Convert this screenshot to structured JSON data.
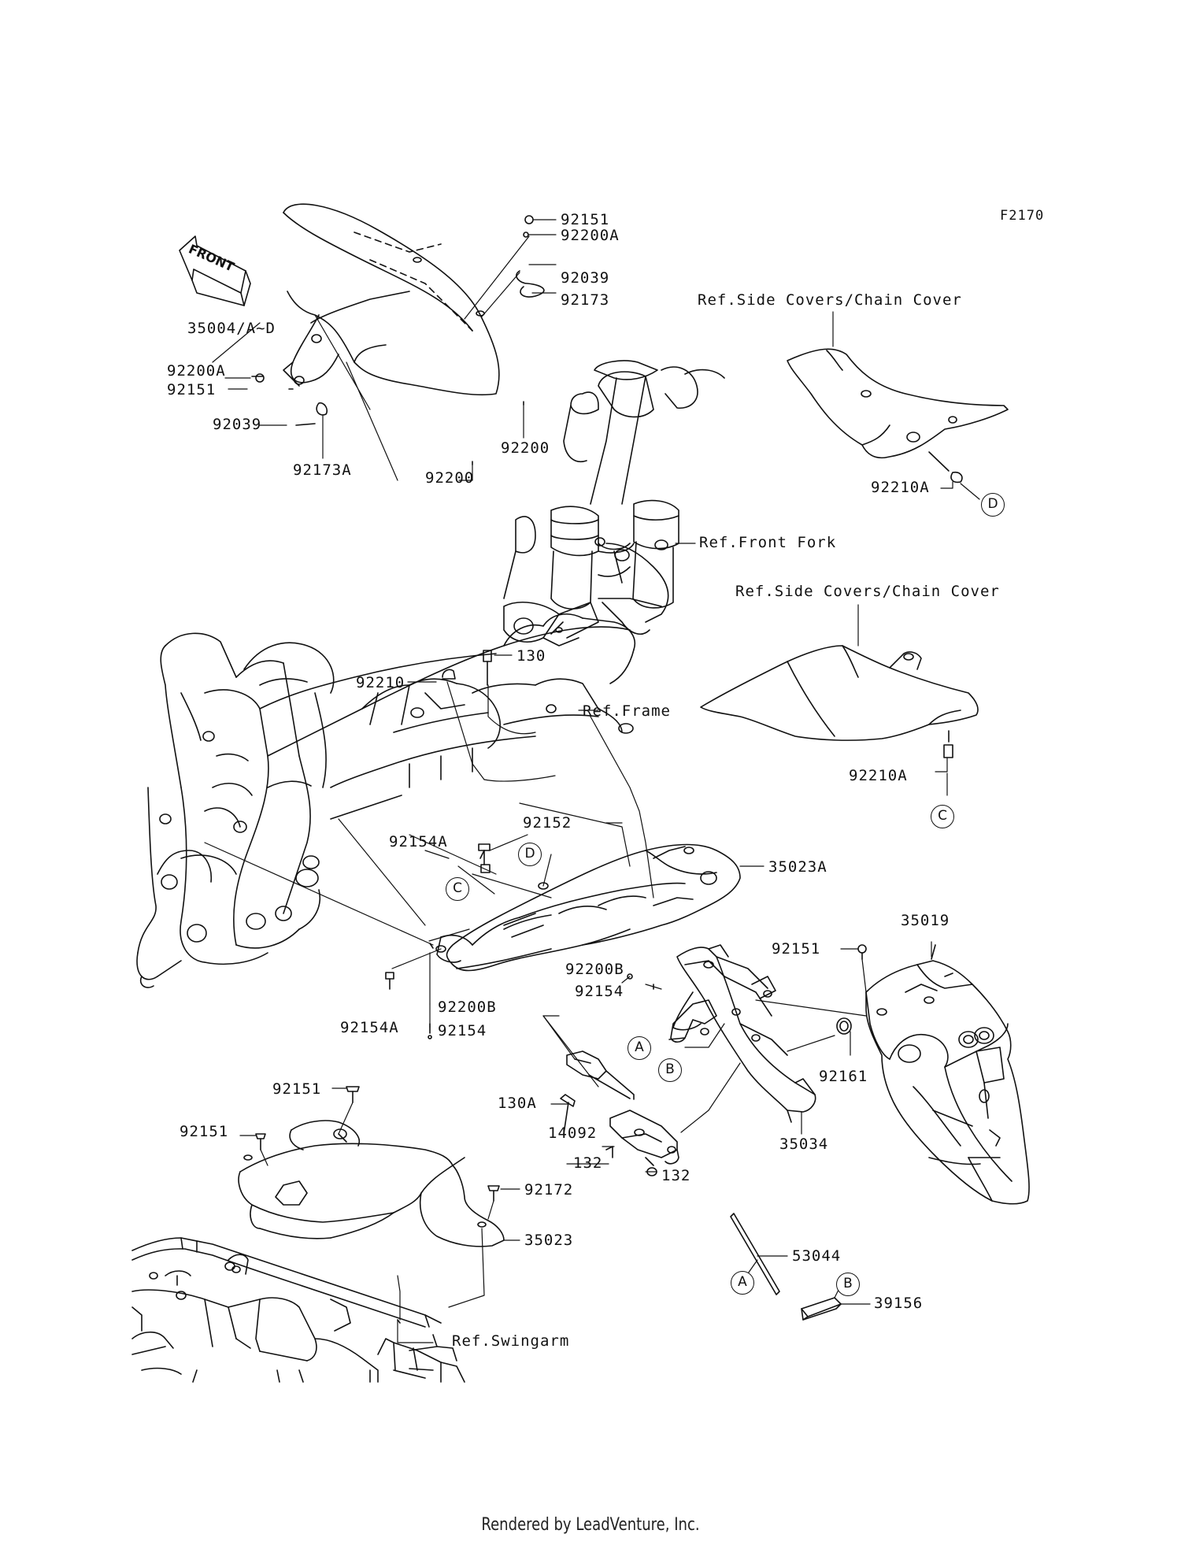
{
  "diagram_code": "F2170",
  "front_arrow": "FRONT",
  "footer": "Rendered by LeadVenture, Inc.",
  "parts": [
    {
      "id": "p-92151-a",
      "text": "92151"
    },
    {
      "id": "p-92200a-a",
      "text": "92200A"
    },
    {
      "id": "p-92039-a",
      "text": "92039"
    },
    {
      "id": "p-92173",
      "text": "92173"
    },
    {
      "id": "p-35004",
      "text": "35004/A~D"
    },
    {
      "id": "p-92200a-b",
      "text": "92200A"
    },
    {
      "id": "p-92151-b",
      "text": "92151"
    },
    {
      "id": "p-92039-b",
      "text": "92039"
    },
    {
      "id": "p-92173a",
      "text": "92173A"
    },
    {
      "id": "p-92200-a",
      "text": "92200"
    },
    {
      "id": "p-92200-b",
      "text": "92200"
    },
    {
      "id": "p-92210a-a",
      "text": "92210A"
    },
    {
      "id": "p-130",
      "text": "130"
    },
    {
      "id": "p-92210",
      "text": "92210"
    },
    {
      "id": "p-92210a-b",
      "text": "92210A"
    },
    {
      "id": "p-92152",
      "text": "92152"
    },
    {
      "id": "p-92154a-a",
      "text": "92154A"
    },
    {
      "id": "p-35023a",
      "text": "35023A"
    },
    {
      "id": "p-35019",
      "text": "35019"
    },
    {
      "id": "p-92151-c",
      "text": "92151"
    },
    {
      "id": "p-92200b-a",
      "text": "92200B"
    },
    {
      "id": "p-92154-a",
      "text": "92154"
    },
    {
      "id": "p-92154a-b",
      "text": "92154A"
    },
    {
      "id": "p-92200b-b",
      "text": "92200B"
    },
    {
      "id": "p-92154-b",
      "text": "92154"
    },
    {
      "id": "p-92161",
      "text": "92161"
    },
    {
      "id": "p-130a",
      "text": "130A"
    },
    {
      "id": "p-14092",
      "text": "14092"
    },
    {
      "id": "p-132-a",
      "text": "132"
    },
    {
      "id": "p-132-b",
      "text": "132"
    },
    {
      "id": "p-35034",
      "text": "35034"
    },
    {
      "id": "p-92151-d",
      "text": "92151"
    },
    {
      "id": "p-92151-e",
      "text": "92151"
    },
    {
      "id": "p-92172",
      "text": "92172"
    },
    {
      "id": "p-35023",
      "text": "35023"
    },
    {
      "id": "p-53044",
      "text": "53044"
    },
    {
      "id": "p-39156",
      "text": "39156"
    }
  ],
  "refs": [
    {
      "id": "r-side-1",
      "text": "Ref.Side Covers/Chain Cover"
    },
    {
      "id": "r-fork",
      "text": "Ref.Front Fork"
    },
    {
      "id": "r-side-2",
      "text": "Ref.Side Covers/Chain Cover"
    },
    {
      "id": "r-frame",
      "text": "Ref.Frame"
    },
    {
      "id": "r-swingarm",
      "text": "Ref.Swingarm"
    }
  ],
  "callouts": [
    {
      "id": "c-d-1",
      "text": "D"
    },
    {
      "id": "c-c-1",
      "text": "C"
    },
    {
      "id": "c-d-2",
      "text": "D"
    },
    {
      "id": "c-c-2",
      "text": "C"
    },
    {
      "id": "c-a-1",
      "text": "A"
    },
    {
      "id": "c-b-1",
      "text": "B"
    },
    {
      "id": "c-a-2",
      "text": "A"
    },
    {
      "id": "c-b-2",
      "text": "B"
    }
  ]
}
